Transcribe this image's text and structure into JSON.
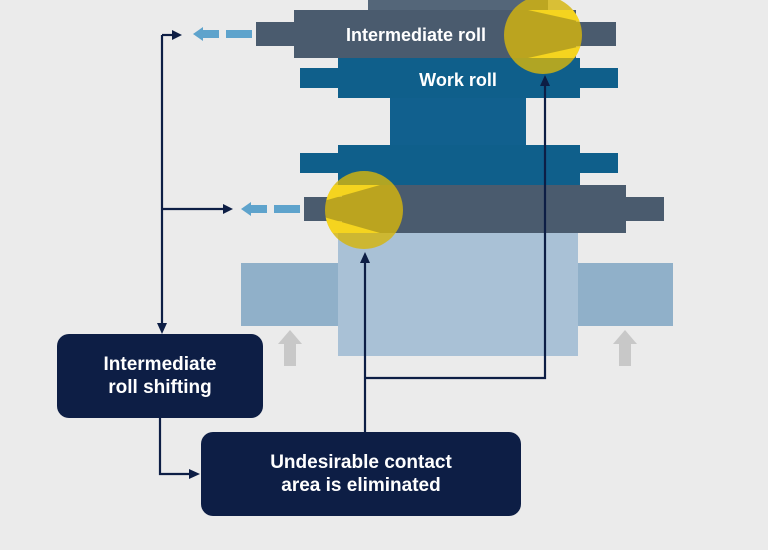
{
  "labels": {
    "intermediate_roll": "Intermediate roll",
    "work_roll": "Work roll"
  },
  "boxes": {
    "shifting": "Intermediate\nroll shifting",
    "eliminated": "Undesirable contact\narea is eliminated"
  },
  "colors": {
    "background": "#ebebeb",
    "intermediate_roll": "#4a5b6e",
    "work_roll": "#0f5f8b",
    "backup_roll": "#a9c1d6",
    "contact_highlight": "#d4b50e",
    "box": "#0d1e45",
    "arrow": "#0d1e45",
    "shift_arrow": "#5ea3cc",
    "support_arrow": "#c8c8c8"
  }
}
